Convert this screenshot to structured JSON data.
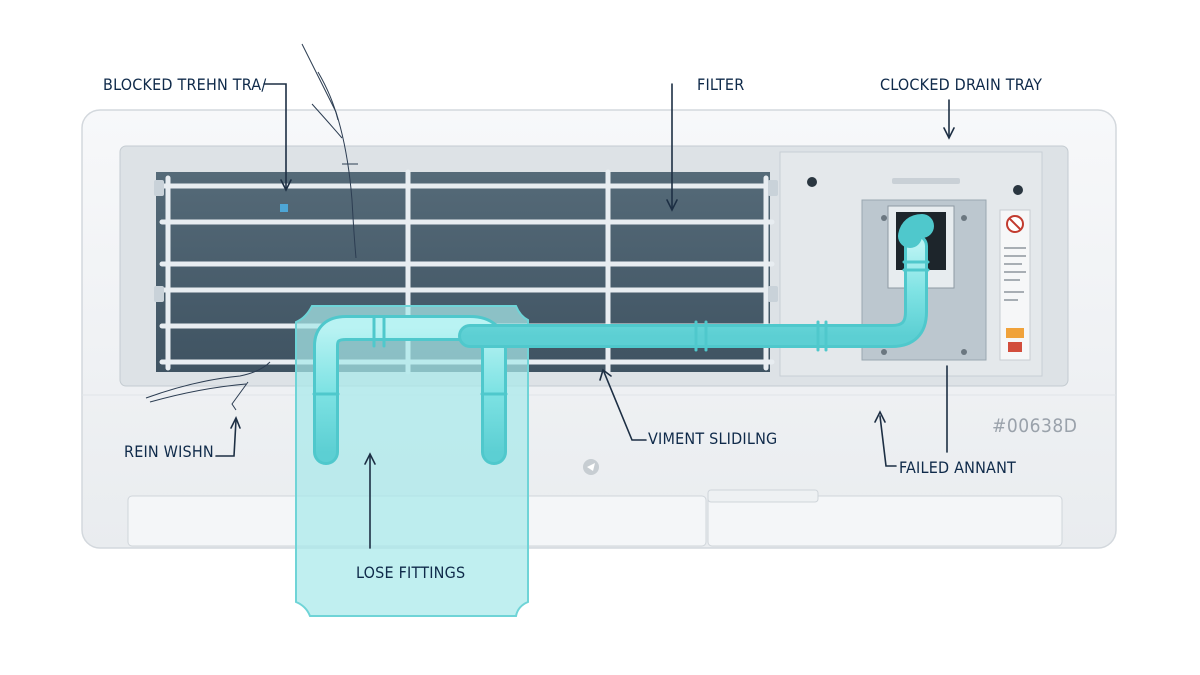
{
  "labels": {
    "blocked_tray": "BLOCKED TREHN TRA/",
    "filter": "FILTER",
    "clocked_tray": "CLOCKED DRAIN TRAY",
    "rein_wishn": "REIN WISHN",
    "viment_sliding": "VIMENT SLIDILNG",
    "failed_annant": "FAILED ANNANT",
    "lose_fittings": "LOSE FITTINGS",
    "color_code": "#00638D"
  },
  "colors": {
    "label_text": "#0f2a4a",
    "code_text": "#9aa2ab",
    "pipe": "#7fe3e4",
    "pipe_edge": "#4fc8cc",
    "panel": "#a8e9ea",
    "grille_dark": "#4a5e6c",
    "casing": "#f1f3f5",
    "leader": "#1d2f44"
  }
}
